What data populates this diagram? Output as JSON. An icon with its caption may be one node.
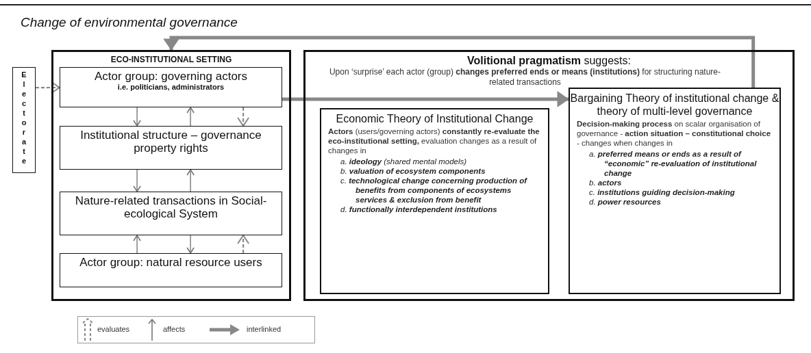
{
  "diagram": {
    "title": "Change of environmental governance",
    "nodes": [
      {
        "text": [
          "ECO-INSTITUTIONAL SETTING"
        ]
      },
      {
        "text": [
          "Actor group: governing actors",
          "i.e. politicians, administrators"
        ],
        "in": 0
      },
      {
        "text": [
          "Institutional structure – governance property rights"
        ],
        "in": 0
      },
      {
        "text": [
          "Nature-related transactions in Social-ecological System"
        ],
        "in": 0
      },
      {
        "text": [
          "Actor group: natural resource users"
        ],
        "in": 0
      },
      {
        "text": [
          "Electorate"
        ]
      },
      {
        "text": [
          "**Volitional pragmatism** suggests:",
          "Upon ‘surprise’ each actor (group) **changes preferred ends or means (institutions)** for structuring nature-related transactions"
        ]
      },
      {
        "text": [
          "Economic Theory of Institutional Change",
          "**Actors** (users/governing actors) **constantly re-evaluate the eco-institutional setting,** evaluation changes as a result of changes in",
          "a. **ideology** (shared mental models)",
          "b. **valuation of ecosystem components**",
          "c. **technological change concerning production of benefits from components of ecosystems services & exclusion from benefit**",
          "d. **functionally interdependent institutions**"
        ],
        "in": 6
      },
      {
        "text": [
          "Bargaining Theory of institutional change & theory of multi-level governance",
          "**Decision-making process** on scalar organisation of governance - **action situation – constitutional choice** - changes when changes in",
          "a. **preferred means or ends as a result of “economic” re-evaluation of institutional change**",
          "b. **actors**",
          "c. **institutions guiding decision-making**",
          "d. **power resources**"
        ],
        "in": 6
      }
    ],
    "edges": [
      {
        "from": 1,
        "to": 2,
        "arrow": "to"
      },
      {
        "from": 2,
        "to": 1,
        "arrow": "to"
      },
      {
        "from": 1,
        "to": 2,
        "arrow": "to",
        "style": "dashed"
      },
      {
        "from": 5,
        "to": 1,
        "arrow": "to",
        "style": "dashed"
      },
      {
        "from": 2,
        "to": 3,
        "arrow": "to"
      },
      {
        "from": 3,
        "to": 2,
        "arrow": "to"
      },
      {
        "from": 4,
        "to": 3,
        "arrow": "to"
      },
      {
        "from": 3,
        "to": 4,
        "arrow": "to"
      },
      {
        "from": 4,
        "to": 3,
        "arrow": "to",
        "style": "dashed"
      },
      {
        "from": 1,
        "to": 8,
        "arrow": "to",
        "style": "thick"
      },
      {
        "from": 8,
        "to": 0,
        "arrow": "to",
        "style": "thick"
      }
    ],
    "legend": [
      {
        "text": "evaluates"
      },
      {
        "text": "affects"
      },
      {
        "text": "interlinked"
      }
    ]
  }
}
